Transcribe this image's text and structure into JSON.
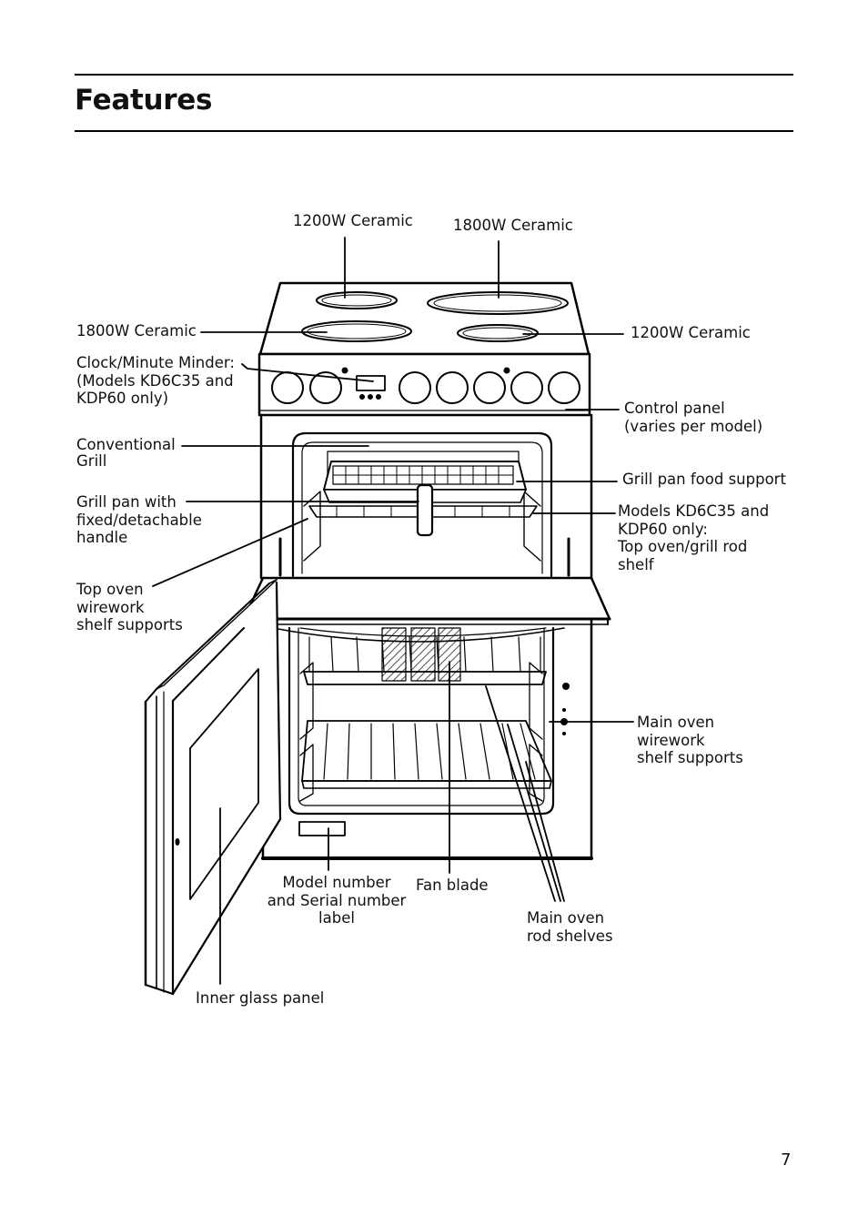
{
  "page": {
    "title": "Features",
    "page_number": "7"
  },
  "labels": {
    "hob_rear_left": "1200W Ceramic",
    "hob_rear_right": "1800W Ceramic",
    "hob_front_left": "1800W Ceramic",
    "hob_front_right": "1200W Ceramic",
    "clock": "Clock/Minute Minder:\n(Models KD6C35 and\nKDP60 only)",
    "control_panel": "Control panel\n(varies per model)",
    "conventional_grill": "Conventional\nGrill",
    "grill_pan_food_support": "Grill pan food support",
    "grill_pan_handle": "Grill pan with\nfixed/detachable\nhandle",
    "top_oven_rod_shelf": "Models KD6C35 and\nKDP60 only:\nTop oven/grill rod\nshelf",
    "top_oven_supports": "Top oven\nwirework\nshelf supports",
    "main_oven_supports": "Main oven\nwirework\nshelf supports",
    "model_serial_label": "Model number\nand Serial number\nlabel",
    "fan_blade": "Fan blade",
    "main_oven_rod_shelves": "Main oven\nrod shelves",
    "inner_glass_panel": "Inner glass panel"
  }
}
